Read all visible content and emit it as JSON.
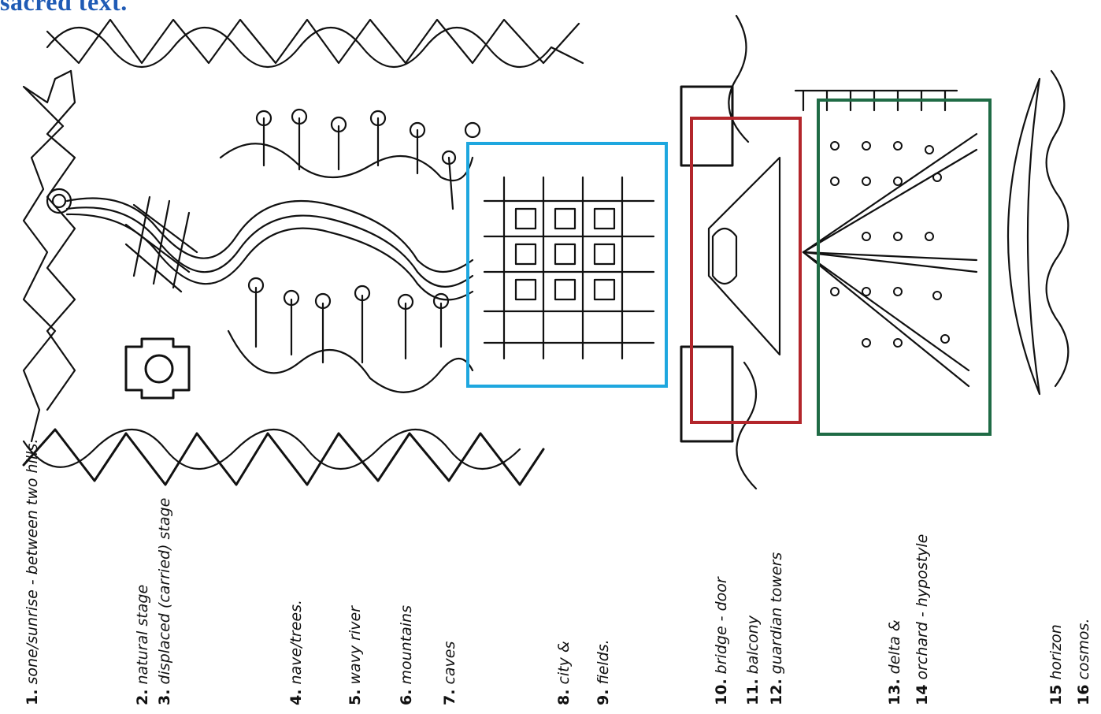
{
  "header_text": "sacred text.",
  "notes": [
    {
      "num": "1.",
      "text": "sone/sunrise - between two hills."
    },
    {
      "num": "2.",
      "text": "natural stage"
    },
    {
      "num": "3.",
      "text": "displaced (carried) stage"
    },
    {
      "num": "4.",
      "text": "nave/trees."
    },
    {
      "num": "5.",
      "text": "wavy river"
    },
    {
      "num": "6.",
      "text": "mountains"
    },
    {
      "num": "7.",
      "text": "caves"
    },
    {
      "num": "8.",
      "text": "city &"
    },
    {
      "num": "9.",
      "text": "fields."
    },
    {
      "num": "10.",
      "text": "bridge - door"
    },
    {
      "num": "11.",
      "text": "balcony"
    },
    {
      "num": "12.",
      "text": "guardian towers"
    },
    {
      "num": "13.",
      "text": "delta &"
    },
    {
      "num": "14",
      "text": "orchard - hypostyle"
    },
    {
      "num": "15",
      "text": "horizon"
    },
    {
      "num": "16",
      "text": "cosmos."
    }
  ],
  "highlights": [
    {
      "name": "city-fields-box",
      "color": "#1ea7df"
    },
    {
      "name": "bridge-door-box",
      "color": "#b3262b"
    },
    {
      "name": "delta-orchard-box",
      "color": "#1f6b45"
    }
  ]
}
